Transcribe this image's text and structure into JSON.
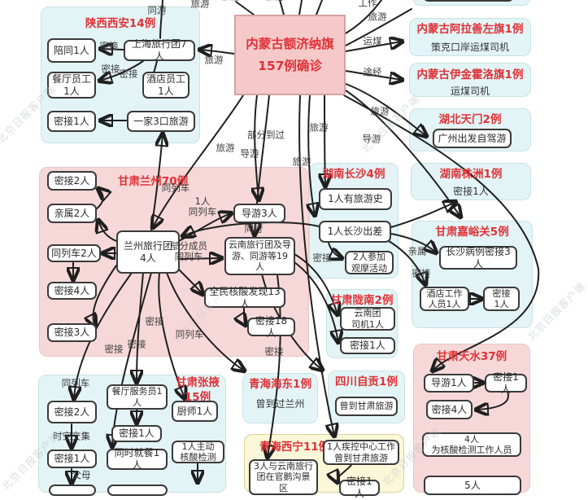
{
  "watermark": "北京日报客户端",
  "central": {
    "line1": "内蒙古额济纳旗",
    "line2": "157例确诊"
  },
  "regions": {
    "xian": {
      "title": "陕西西安14例",
      "nodes": {
        "shanghai": "上海旅行团7人",
        "peitong": "陪同1人",
        "canting": "餐厅员工\n1人",
        "jiudian": "酒店员工\n1人",
        "mijie1": "密接1人",
        "yijia3": "一家3口旅游"
      }
    },
    "alashan": {
      "title": "内蒙古阿拉善左旗1例",
      "subtitle": "策克口岸运煤司机"
    },
    "yijinhuoluo": {
      "title": "内蒙古伊金霍洛旗1例",
      "subtitle": "运煤司机"
    },
    "tianmen": {
      "title": "湖北天门2例",
      "nodes": {
        "guangzhou": "广州出发自驾游"
      }
    },
    "zhuzhou": {
      "title": "湖南株洲1例",
      "subtitle": "密接1人"
    },
    "changsha": {
      "title": "湖南长沙4例",
      "nodes": {
        "lvyoushi": "1人有旅游史",
        "chuchai": "1人长沙出差",
        "guanmo": "2人参加\n观摩活动"
      }
    },
    "jiayuguan": {
      "title": "甘肃嘉峪关5例",
      "nodes": {
        "changsha3": "长沙病例密接3人",
        "jiudian1": "酒店工作\n人员1人",
        "mijie1": "密接\n1人"
      }
    },
    "longnan": {
      "title": "甘肃陇南2例",
      "nodes": {
        "siji": "云南团\n司机1人",
        "mijie1": "密接1人"
      }
    },
    "lanzhou": {
      "title": "甘肃兰州70例",
      "nodes": {
        "mijie2": "密接2人",
        "qinshu2": "亲属2人",
        "tongliche2": "同列车2人",
        "mijie4": "密接4人",
        "mijie3": "密接3人",
        "lvxingtuan": "兰州旅行团\n4人",
        "daoyou3": "导游3人",
        "yunnan19": "云南旅行团及导\n游、同游等19人",
        "hesuan13": "全民核酸发现13人",
        "mijie18": "密接18人"
      }
    },
    "zhangye": {
      "title": "甘肃张掖\n15例",
      "nodes": {
        "mijie2": "密接2人",
        "mijie1a": "密接1人",
        "fuwuyuan": "餐厅服务员1\n人",
        "mijie1b": "密接1人",
        "jiucan": "同时就餐1人",
        "chushi": "厨师1人",
        "zhudong": "1人主动\n核酸检测"
      }
    },
    "haidong": {
      "title": "青海海东1例",
      "subtitle": "曾到过兰州"
    },
    "zigong": {
      "title": "四川自贡1例",
      "nodes": {
        "gansu": "曾到甘肃旅游"
      }
    },
    "xining": {
      "title": "青海西宁11例",
      "nodes": {
        "yunnan3": "3人与云南旅行\n团在官鹅沟景区",
        "jikong": "1人疾控中心工作\n曾到甘肃旅游",
        "mijie1": "密接1人"
      }
    },
    "tianshui": {
      "title": "甘肃天水37例",
      "nodes": {
        "daoyou1": "导游1人",
        "mijie1": "密接1人",
        "mijie4": "密接4人",
        "hesuan4": "4人\n为核酸检测工作人员",
        "wuren": "5人"
      }
    }
  },
  "edge_labels": [
    "同游",
    "旅游",
    "旅游",
    "旅游",
    "工作",
    "旅游",
    "运煤",
    "途经",
    "旅游",
    "导游",
    "旅游",
    "密接",
    "密接",
    "密接",
    "旅游",
    "导游",
    "部分到过",
    "旅游",
    "旅游",
    "同列车",
    "1人\n同列车",
    "同行",
    "部分成员\n同列车",
    "密接",
    "同列车",
    "密接",
    "密接",
    "密接",
    "同列车",
    "时空交集",
    "父母",
    "密接",
    "亲属",
    "密接"
  ]
}
